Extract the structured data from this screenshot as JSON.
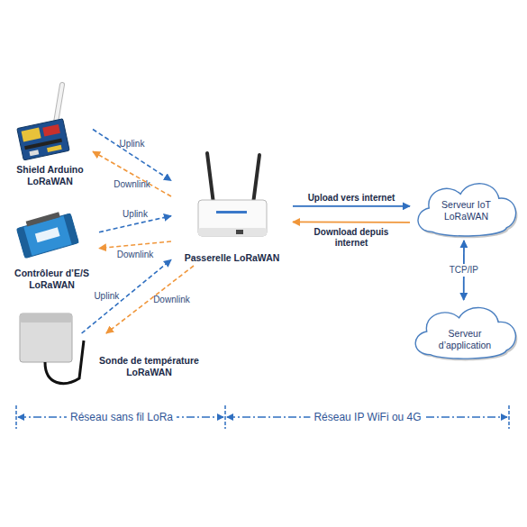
{
  "diagram": {
    "nodes": [
      {
        "text": [
          "Shield Arduino LoRaWAN"
        ]
      },
      {
        "text": [
          "Contrôleur d’E/S LoRaWAN"
        ]
      },
      {
        "text": [
          "Sonde de température LoRaWAN"
        ]
      },
      {
        "text": [
          "Passerelle LoRaWAN"
        ]
      },
      {
        "text": [
          "Serveur IoT LoRaWAN"
        ]
      },
      {
        "text": [
          "Serveur d’application"
        ]
      }
    ],
    "edges": [
      {
        "from": 0,
        "to": 3,
        "label": "Uplink",
        "arrow": "to"
      },
      {
        "from": 3,
        "to": 0,
        "label": "Downlink",
        "arrow": "to"
      },
      {
        "from": 1,
        "to": 3,
        "label": "Uplink",
        "arrow": "to"
      },
      {
        "from": 3,
        "to": 1,
        "label": "Downlink",
        "arrow": "to"
      },
      {
        "from": 2,
        "to": 3,
        "label": "Uplink",
        "arrow": "to"
      },
      {
        "from": 3,
        "to": 2,
        "label": "Downlink",
        "arrow": "to"
      },
      {
        "from": 3,
        "to": 4,
        "label": "Upload vers internet",
        "arrow": "to"
      },
      {
        "from": 4,
        "to": 3,
        "label": "Download depuis internet",
        "arrow": "to"
      },
      {
        "from": 4,
        "to": 5,
        "label": "TCP/IP",
        "arrow": "both"
      }
    ],
    "labels": [
      "Réseau sans fil LoRa",
      "Réseau IP WiFi ou 4G"
    ]
  }
}
